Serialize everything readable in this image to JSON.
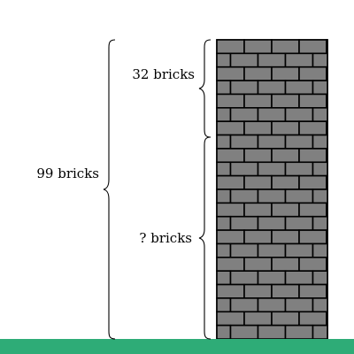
{
  "labels": {
    "total": "99 bricks",
    "top": "32 bricks",
    "bottom": "? bricks"
  },
  "colors": {
    "brick": "#808080",
    "mortar": "#000000",
    "ground": "#2eac77",
    "brace": "#000000",
    "background": "#ffffff"
  }
}
